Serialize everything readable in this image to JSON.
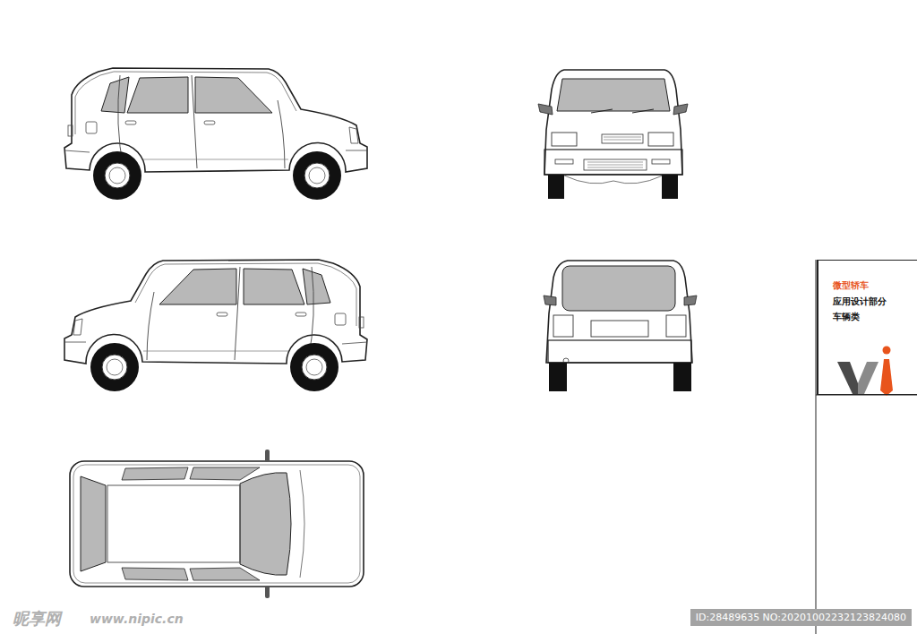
{
  "diagram": {
    "nodes": [
      {
        "text": [
          "微型轿车",
          "应用设计部分",
          "车辆类"
        ]
      }
    ],
    "labels": [
      "昵享网",
      "www.nipic.cn",
      "ID:28489635 NO:20201002232123824080"
    ]
  }
}
